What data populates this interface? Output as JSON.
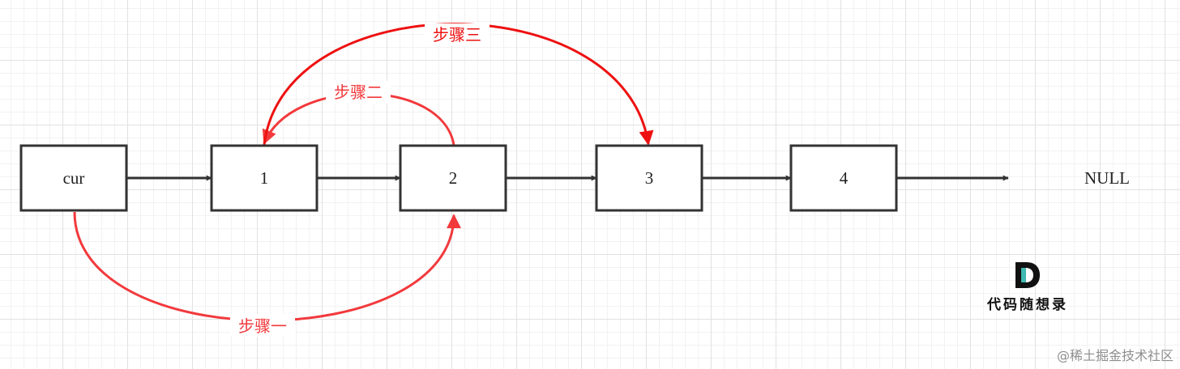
{
  "nodes": [
    {
      "id": "cur",
      "label": "cur"
    },
    {
      "id": "n1",
      "label": "1"
    },
    {
      "id": "n2",
      "label": "2"
    },
    {
      "id": "n3",
      "label": "3"
    },
    {
      "id": "n4",
      "label": "4"
    }
  ],
  "null_label": "NULL",
  "steps": {
    "one": {
      "label": "步骤一",
      "color": "#f2393c"
    },
    "two": {
      "label": "步骤二",
      "color": "#f2393c"
    },
    "three": {
      "label": "步骤三",
      "color": "#ee1111"
    }
  },
  "colors": {
    "node_border": "#333333",
    "link_arrow": "#333333",
    "logo_teal": "#3fb8b0"
  },
  "logo": {
    "letter": "D",
    "text": "代码随想录"
  },
  "watermark": "@稀土掘金技术社区"
}
